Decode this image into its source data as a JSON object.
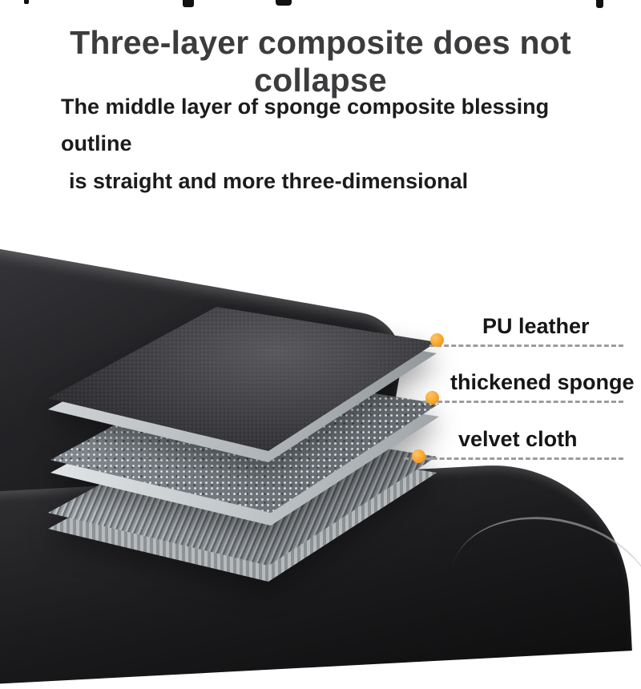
{
  "title": "Three-layer composite does not collapse",
  "subtitle": {
    "line1": "The middle layer of sponge composite blessing outline",
    "line2": "is straight and more three-dimensional"
  },
  "callouts": [
    {
      "label": "PU leather"
    },
    {
      "label": "thickened sponge"
    },
    {
      "label": "velvet cloth"
    }
  ],
  "colors": {
    "accent_dot": "#F29C1E",
    "title_text": "#3C3C3E",
    "body_text": "#161616",
    "dash_line": "#9C9C9C",
    "leather_dark": "#1A1A1C",
    "sponge_gray": "#757C82",
    "layer_edge_gray": "#AEB3B6"
  }
}
